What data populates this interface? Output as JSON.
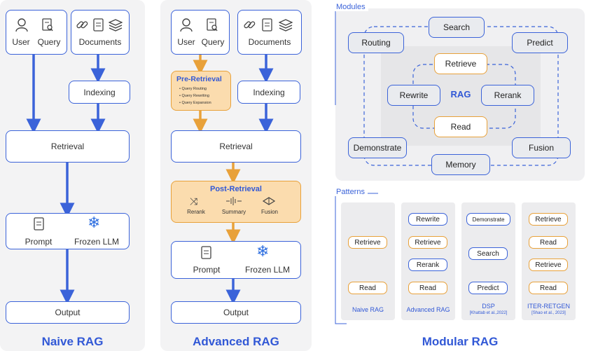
{
  "naive": {
    "title": "Naive RAG",
    "user": "User",
    "query": "Query",
    "documents": "Documents",
    "indexing": "Indexing",
    "retrieval": "Retrieval",
    "prompt": "Prompt",
    "frozen_llm": "Frozen LLM",
    "output": "Output"
  },
  "advanced": {
    "title": "Advanced RAG",
    "user": "User",
    "query": "Query",
    "documents": "Documents",
    "pre_retrieval": "Pre-Retrieval",
    "pre_items": [
      "Query Routing",
      "Query Rewriting",
      "Query Expansion"
    ],
    "indexing": "Indexing",
    "retrieval": "Retrieval",
    "post_retrieval": "Post-Retrieval",
    "rerank": "Rerank",
    "summary": "Summary",
    "fusion": "Fusion",
    "prompt": "Prompt",
    "frozen_llm": "Frozen LLM",
    "output": "Output"
  },
  "modular": {
    "title": "Modular RAG",
    "modules_label": "Modules",
    "patterns_label": "Patterns",
    "modules": {
      "search": "Search",
      "routing": "Routing",
      "predict": "Predict",
      "retrieve": "Retrieve",
      "rewrite": "Rewrite",
      "rag": "RAG",
      "rerank": "Rerank",
      "read": "Read",
      "demonstrate": "Demonstrate",
      "fusion": "Fusion",
      "memory": "Memory"
    },
    "patterns": [
      {
        "name": "Naive RAG",
        "cite": "",
        "steps": [
          "Retrieve",
          "Read"
        ]
      },
      {
        "name": "Advanced RAG",
        "cite": "",
        "steps": [
          "Rewrite",
          "Retrieve",
          "Rerank",
          "Read"
        ]
      },
      {
        "name": "DSP",
        "cite": "[Khattab et al.,2022]",
        "steps": [
          "Demonstrate",
          "Search",
          "Predict"
        ]
      },
      {
        "name": "ITER-RETGEN",
        "cite": "[Shao et al., 2023]",
        "steps": [
          "Retrieve",
          "Read",
          "Retrieve",
          "Read"
        ]
      }
    ]
  },
  "colors": {
    "blue": "#3b63d9",
    "orange": "#e8a13a",
    "orange_fill": "#fbdcae",
    "panel": "#f3f3f4"
  }
}
